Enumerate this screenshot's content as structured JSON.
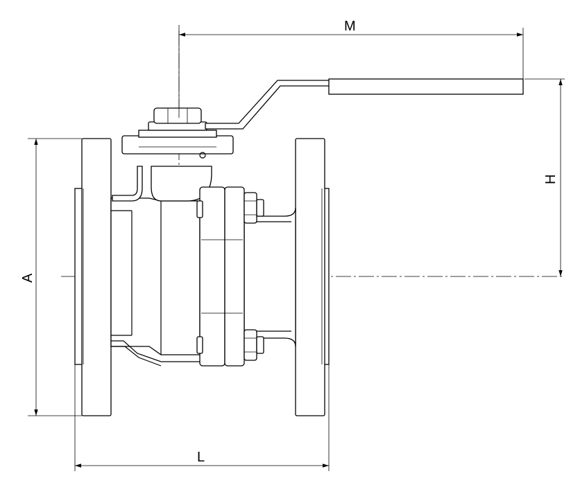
{
  "drawing": {
    "labels": {
      "M": "M",
      "H": "H",
      "A": "A",
      "L": "L"
    }
  }
}
